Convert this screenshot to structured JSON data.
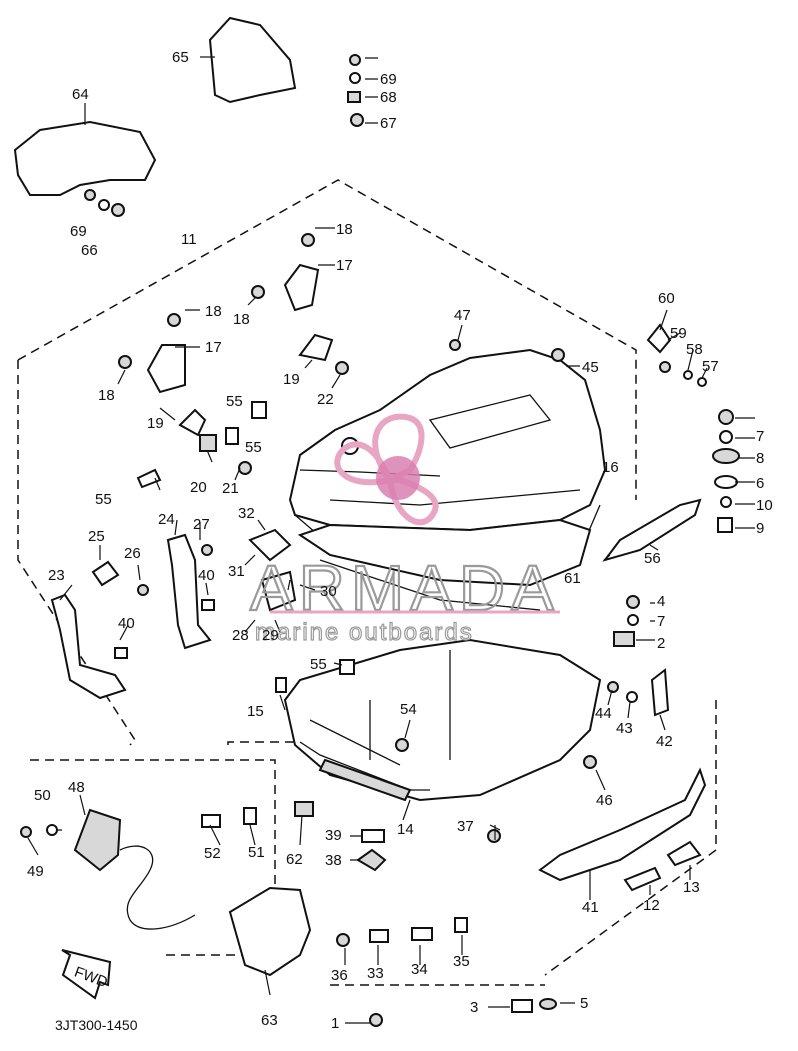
{
  "diagram": {
    "drawing_code": "3JT300-1450",
    "fwd_label": "FWD",
    "watermark": {
      "brand": "ARMADA",
      "tagline": "marine outboards",
      "logo_color": "#e8a5c4",
      "logo_color_dark": "#d97fb0"
    },
    "callouts": [
      "1",
      "2",
      "3",
      "4",
      "5",
      "6",
      "7",
      "8",
      "9",
      "10",
      "11",
      "12",
      "13",
      "14",
      "15",
      "16",
      "17",
      "18",
      "19",
      "20",
      "21",
      "22",
      "23",
      "24",
      "25",
      "26",
      "27",
      "28",
      "29",
      "30",
      "31",
      "32",
      "33",
      "34",
      "35",
      "36",
      "37",
      "38",
      "39",
      "40",
      "41",
      "42",
      "43",
      "44",
      "45",
      "46",
      "47",
      "48",
      "49",
      "50",
      "51",
      "52",
      "54",
      "55",
      "56",
      "57",
      "58",
      "59",
      "60",
      "61",
      "62",
      "63",
      "64",
      "65",
      "66",
      "67",
      "68",
      "69"
    ]
  }
}
